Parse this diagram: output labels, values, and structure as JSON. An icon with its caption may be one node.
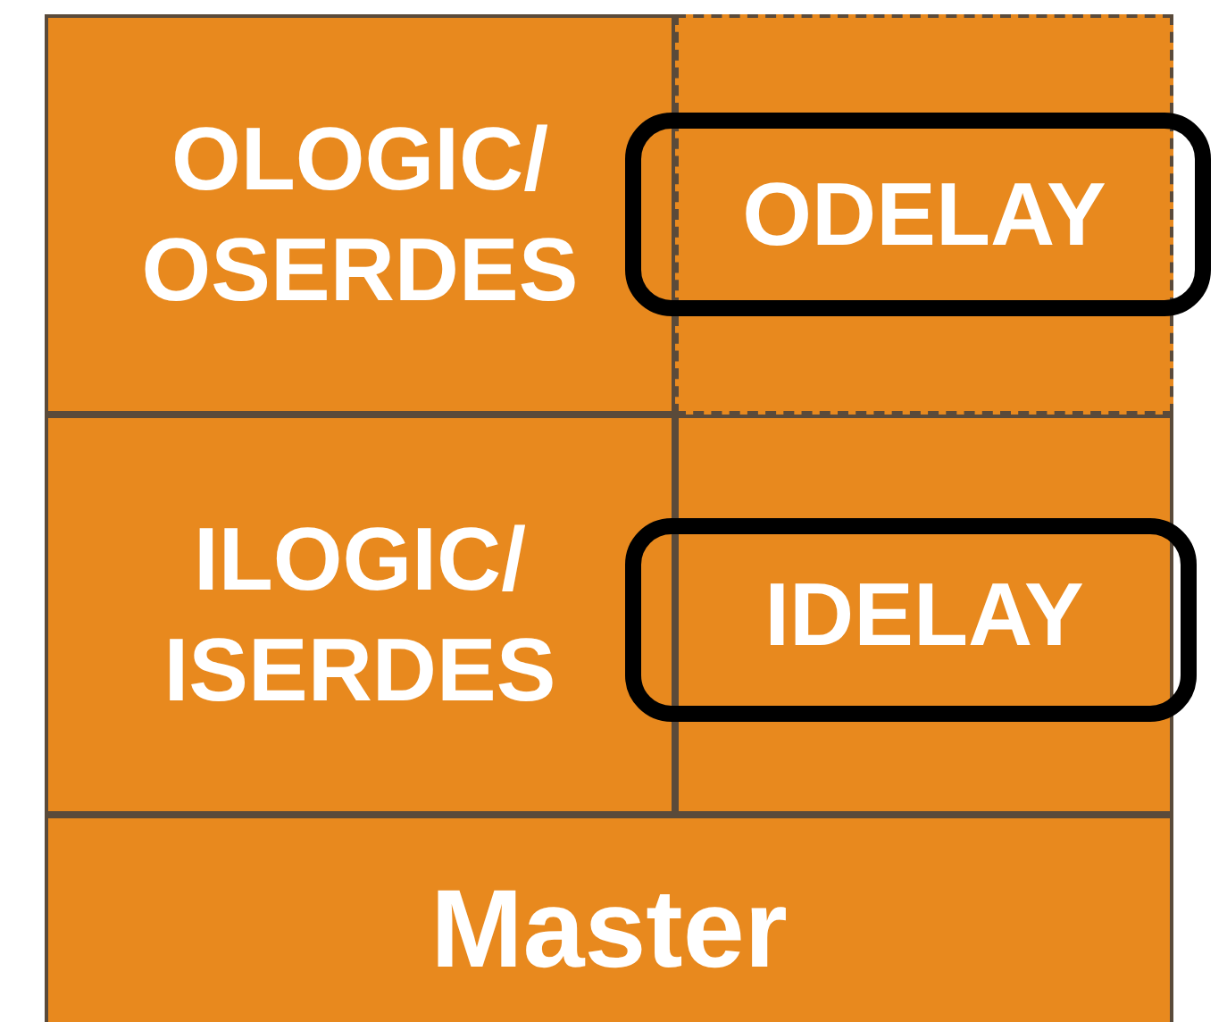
{
  "diagram": {
    "nodes": [
      {
        "text": [
          "OLOGIC/ OSERDES"
        ]
      },
      {
        "text": [
          "ODELAY"
        ]
      },
      {
        "text": [
          "ILOGIC/ ISERDES"
        ]
      },
      {
        "text": [
          "IDELAY"
        ]
      },
      {
        "text": [
          "Master"
        ]
      }
    ]
  }
}
